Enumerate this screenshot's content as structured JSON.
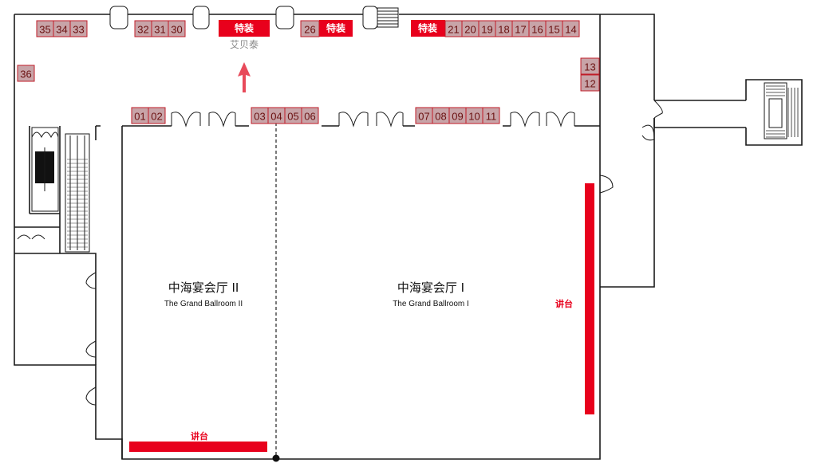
{
  "booths": {
    "top_left": [
      "35",
      "34",
      "33"
    ],
    "top_mid": [
      "32",
      "31",
      "30"
    ],
    "b36": "36",
    "b26": "26",
    "top_right": [
      "21",
      "20",
      "19",
      "18",
      "17",
      "16",
      "15",
      "14"
    ],
    "right_side": [
      "13",
      "12"
    ],
    "inner_a": [
      "01",
      "02"
    ],
    "inner_b": [
      "03",
      "04",
      "05",
      "06"
    ],
    "inner_c": [
      "07",
      "08",
      "09",
      "10",
      "11"
    ]
  },
  "special_booths": [
    "特装",
    "特装",
    "特装"
  ],
  "brand_label": "艾贝泰",
  "halls": [
    {
      "name_cn": "中海宴会厅 II",
      "name_en": "The Grand Ballroom II"
    },
    {
      "name_cn": "中海宴会厅 I",
      "name_en": "The Grand Ballroom I"
    }
  ],
  "stage_labels": [
    "讲台",
    "讲台"
  ],
  "colors": {
    "accent_red": "#e8001c",
    "booth_fill": "#c8a4a8",
    "wall": "#1a1a1a"
  }
}
